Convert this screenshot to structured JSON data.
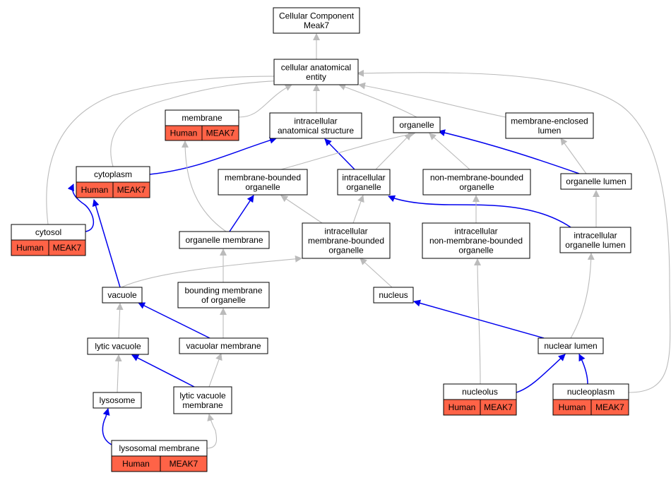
{
  "colors": {
    "annotation_fill": "#ff6347",
    "edge_is_a": "#bbbbbb",
    "edge_part_of": "#0000ee",
    "node_border": "#000000"
  },
  "graph": {
    "nodes": [
      {
        "id": "root",
        "lines": [
          "Cellular Component",
          "Meak7"
        ]
      },
      {
        "id": "cae",
        "lines": [
          "cellular anatomical",
          "entity"
        ]
      },
      {
        "id": "membrane",
        "lines": [
          "membrane"
        ],
        "annotation": [
          "Human",
          "MEAK7"
        ]
      },
      {
        "id": "ias",
        "lines": [
          "intracellular",
          "anatomical structure"
        ]
      },
      {
        "id": "organelle",
        "lines": [
          "organelle"
        ]
      },
      {
        "id": "mel",
        "lines": [
          "membrane-enclosed",
          "lumen"
        ]
      },
      {
        "id": "cytoplasm",
        "lines": [
          "cytoplasm"
        ],
        "annotation": [
          "Human",
          "MEAK7"
        ]
      },
      {
        "id": "mbo",
        "lines": [
          "membrane-bounded",
          "organelle"
        ]
      },
      {
        "id": "io",
        "lines": [
          "intracellular",
          "organelle"
        ]
      },
      {
        "id": "nmbo",
        "lines": [
          "non-membrane-bounded",
          "organelle"
        ]
      },
      {
        "id": "olumen",
        "lines": [
          "organelle lumen"
        ]
      },
      {
        "id": "cytosol",
        "lines": [
          "cytosol"
        ],
        "annotation": [
          "Human",
          "MEAK7"
        ]
      },
      {
        "id": "omem",
        "lines": [
          "organelle membrane"
        ]
      },
      {
        "id": "imbo",
        "lines": [
          "intracellular",
          "membrane-bounded",
          "organelle"
        ]
      },
      {
        "id": "inmbo",
        "lines": [
          "intracellular",
          "non-membrane-bounded",
          "organelle"
        ]
      },
      {
        "id": "iol",
        "lines": [
          "intracellular",
          "organelle lumen"
        ]
      },
      {
        "id": "vacuole",
        "lines": [
          "vacuole"
        ]
      },
      {
        "id": "bmo",
        "lines": [
          "bounding membrane",
          "of organelle"
        ]
      },
      {
        "id": "nucleus",
        "lines": [
          "nucleus"
        ]
      },
      {
        "id": "lytvac",
        "lines": [
          "lytic vacuole"
        ]
      },
      {
        "id": "vacmem",
        "lines": [
          "vacuolar membrane"
        ]
      },
      {
        "id": "nuclum",
        "lines": [
          "nuclear lumen"
        ]
      },
      {
        "id": "lysosome",
        "lines": [
          "lysosome"
        ]
      },
      {
        "id": "lvm",
        "lines": [
          "lytic vacuole",
          "membrane"
        ]
      },
      {
        "id": "nucleolus",
        "lines": [
          "nucleolus"
        ],
        "annotation": [
          "Human",
          "MEAK7"
        ]
      },
      {
        "id": "nucleoplasm",
        "lines": [
          "nucleoplasm"
        ],
        "annotation": [
          "Human",
          "MEAK7"
        ]
      },
      {
        "id": "lysmem",
        "lines": [
          "lysosomal membrane"
        ],
        "annotation": [
          "Human",
          "MEAK7"
        ]
      }
    ],
    "edges": [
      {
        "from": "cae",
        "to": "root",
        "relation": "is_a"
      },
      {
        "from": "membrane",
        "to": "cae",
        "relation": "is_a"
      },
      {
        "from": "ias",
        "to": "cae",
        "relation": "is_a"
      },
      {
        "from": "organelle",
        "to": "cae",
        "relation": "is_a"
      },
      {
        "from": "mel",
        "to": "cae",
        "relation": "is_a"
      },
      {
        "from": "cytoplasm",
        "to": "cae",
        "relation": "is_a"
      },
      {
        "from": "cytosol",
        "to": "cae",
        "relation": "is_a"
      },
      {
        "from": "nucleoplasm",
        "to": "cae",
        "relation": "is_a"
      },
      {
        "from": "cytoplasm",
        "to": "ias",
        "relation": "part_of"
      },
      {
        "from": "io",
        "to": "ias",
        "relation": "part_of"
      },
      {
        "from": "mbo",
        "to": "organelle",
        "relation": "is_a"
      },
      {
        "from": "io",
        "to": "organelle",
        "relation": "is_a"
      },
      {
        "from": "nmbo",
        "to": "organelle",
        "relation": "is_a"
      },
      {
        "from": "olumen",
        "to": "organelle",
        "relation": "part_of"
      },
      {
        "from": "olumen",
        "to": "mel",
        "relation": "is_a"
      },
      {
        "from": "cytosol",
        "to": "cytoplasm",
        "relation": "part_of"
      },
      {
        "from": "vacuole",
        "to": "cytoplasm",
        "relation": "part_of"
      },
      {
        "from": "omem",
        "to": "membrane",
        "relation": "is_a"
      },
      {
        "from": "omem",
        "to": "mbo",
        "relation": "part_of"
      },
      {
        "from": "imbo",
        "to": "mbo",
        "relation": "is_a"
      },
      {
        "from": "imbo",
        "to": "io",
        "relation": "is_a"
      },
      {
        "from": "iol",
        "to": "io",
        "relation": "part_of"
      },
      {
        "from": "inmbo",
        "to": "nmbo",
        "relation": "is_a"
      },
      {
        "from": "iol",
        "to": "olumen",
        "relation": "is_a"
      },
      {
        "from": "bmo",
        "to": "omem",
        "relation": "is_a"
      },
      {
        "from": "vacuole",
        "to": "imbo",
        "relation": "is_a"
      },
      {
        "from": "nucleus",
        "to": "imbo",
        "relation": "is_a"
      },
      {
        "from": "nucleolus",
        "to": "inmbo",
        "relation": "is_a"
      },
      {
        "from": "nuclum",
        "to": "iol",
        "relation": "is_a"
      },
      {
        "from": "lytvac",
        "to": "vacuole",
        "relation": "is_a"
      },
      {
        "from": "vacmem",
        "to": "vacuole",
        "relation": "part_of"
      },
      {
        "from": "vacmem",
        "to": "bmo",
        "relation": "is_a"
      },
      {
        "from": "nuclum",
        "to": "nucleus",
        "relation": "part_of"
      },
      {
        "from": "lysosome",
        "to": "lytvac",
        "relation": "is_a"
      },
      {
        "from": "lvm",
        "to": "lytvac",
        "relation": "part_of"
      },
      {
        "from": "lvm",
        "to": "vacmem",
        "relation": "is_a"
      },
      {
        "from": "nucleolus",
        "to": "nuclum",
        "relation": "part_of"
      },
      {
        "from": "nucleoplasm",
        "to": "nuclum",
        "relation": "part_of"
      },
      {
        "from": "lysmem",
        "to": "lysosome",
        "relation": "part_of"
      },
      {
        "from": "lysmem",
        "to": "lvm",
        "relation": "is_a"
      }
    ]
  }
}
